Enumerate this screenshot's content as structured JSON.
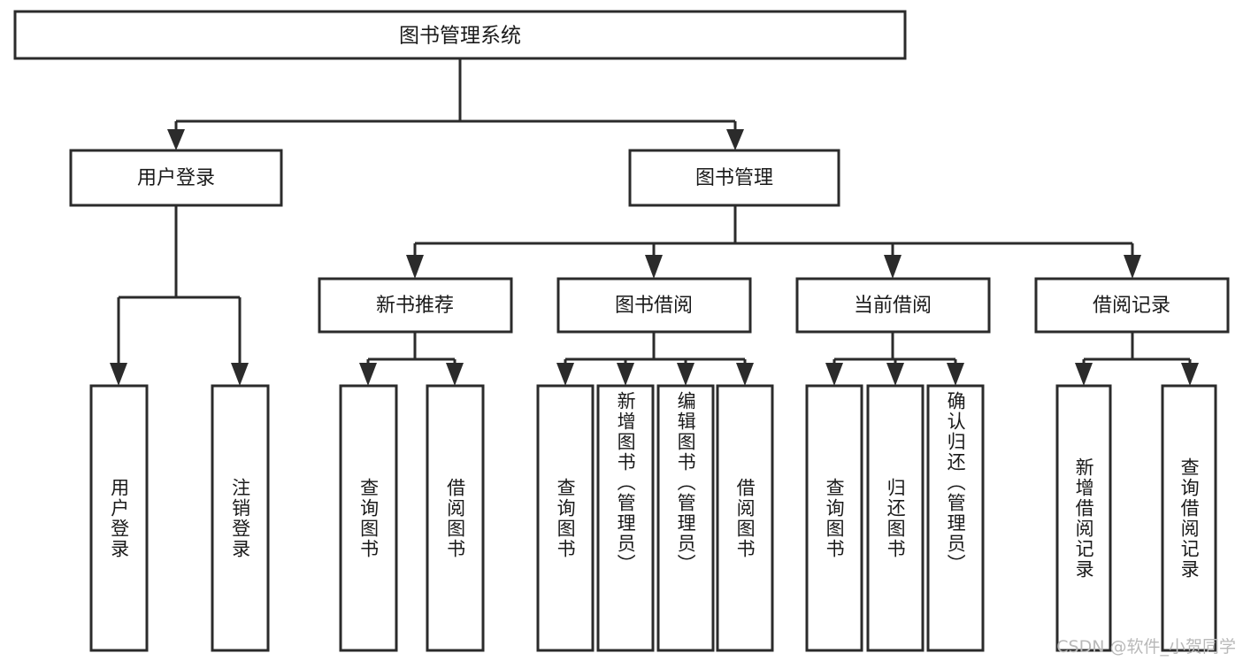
{
  "diagram": {
    "type": "tree",
    "title": "图书管理系统",
    "watermark": "CSDN @软件_小贺同学",
    "colors": {
      "box_stroke": "#2b2b2b",
      "box_fill": "#ffffff",
      "text": "#1a1a1a",
      "background": "#ffffff",
      "watermark": "#b9b9b9"
    },
    "root": {
      "label": "图书管理系统"
    },
    "level2": [
      {
        "label": "用户登录"
      },
      {
        "label": "图书管理"
      }
    ],
    "level3": [
      {
        "label": "新书推荐"
      },
      {
        "label": "图书借阅"
      },
      {
        "label": "当前借阅"
      },
      {
        "label": "借阅记录"
      }
    ],
    "leaves": {
      "user_login": [
        {
          "label": "用户登录"
        },
        {
          "label": "注销登录"
        }
      ],
      "new_book_recommend": [
        {
          "label": "查询图书"
        },
        {
          "label": "借阅图书"
        }
      ],
      "book_borrow": [
        {
          "label": "查询图书"
        },
        {
          "label": "新增图书（管理员）"
        },
        {
          "label": "编辑图书（管理员）"
        },
        {
          "label": "借阅图书"
        }
      ],
      "current_borrow": [
        {
          "label": "查询图书"
        },
        {
          "label": "归还图书"
        },
        {
          "label": "确认归还（管理员）"
        }
      ],
      "borrow_record": [
        {
          "label": "新增借阅记录"
        },
        {
          "label": "查询借阅记录"
        }
      ]
    }
  }
}
